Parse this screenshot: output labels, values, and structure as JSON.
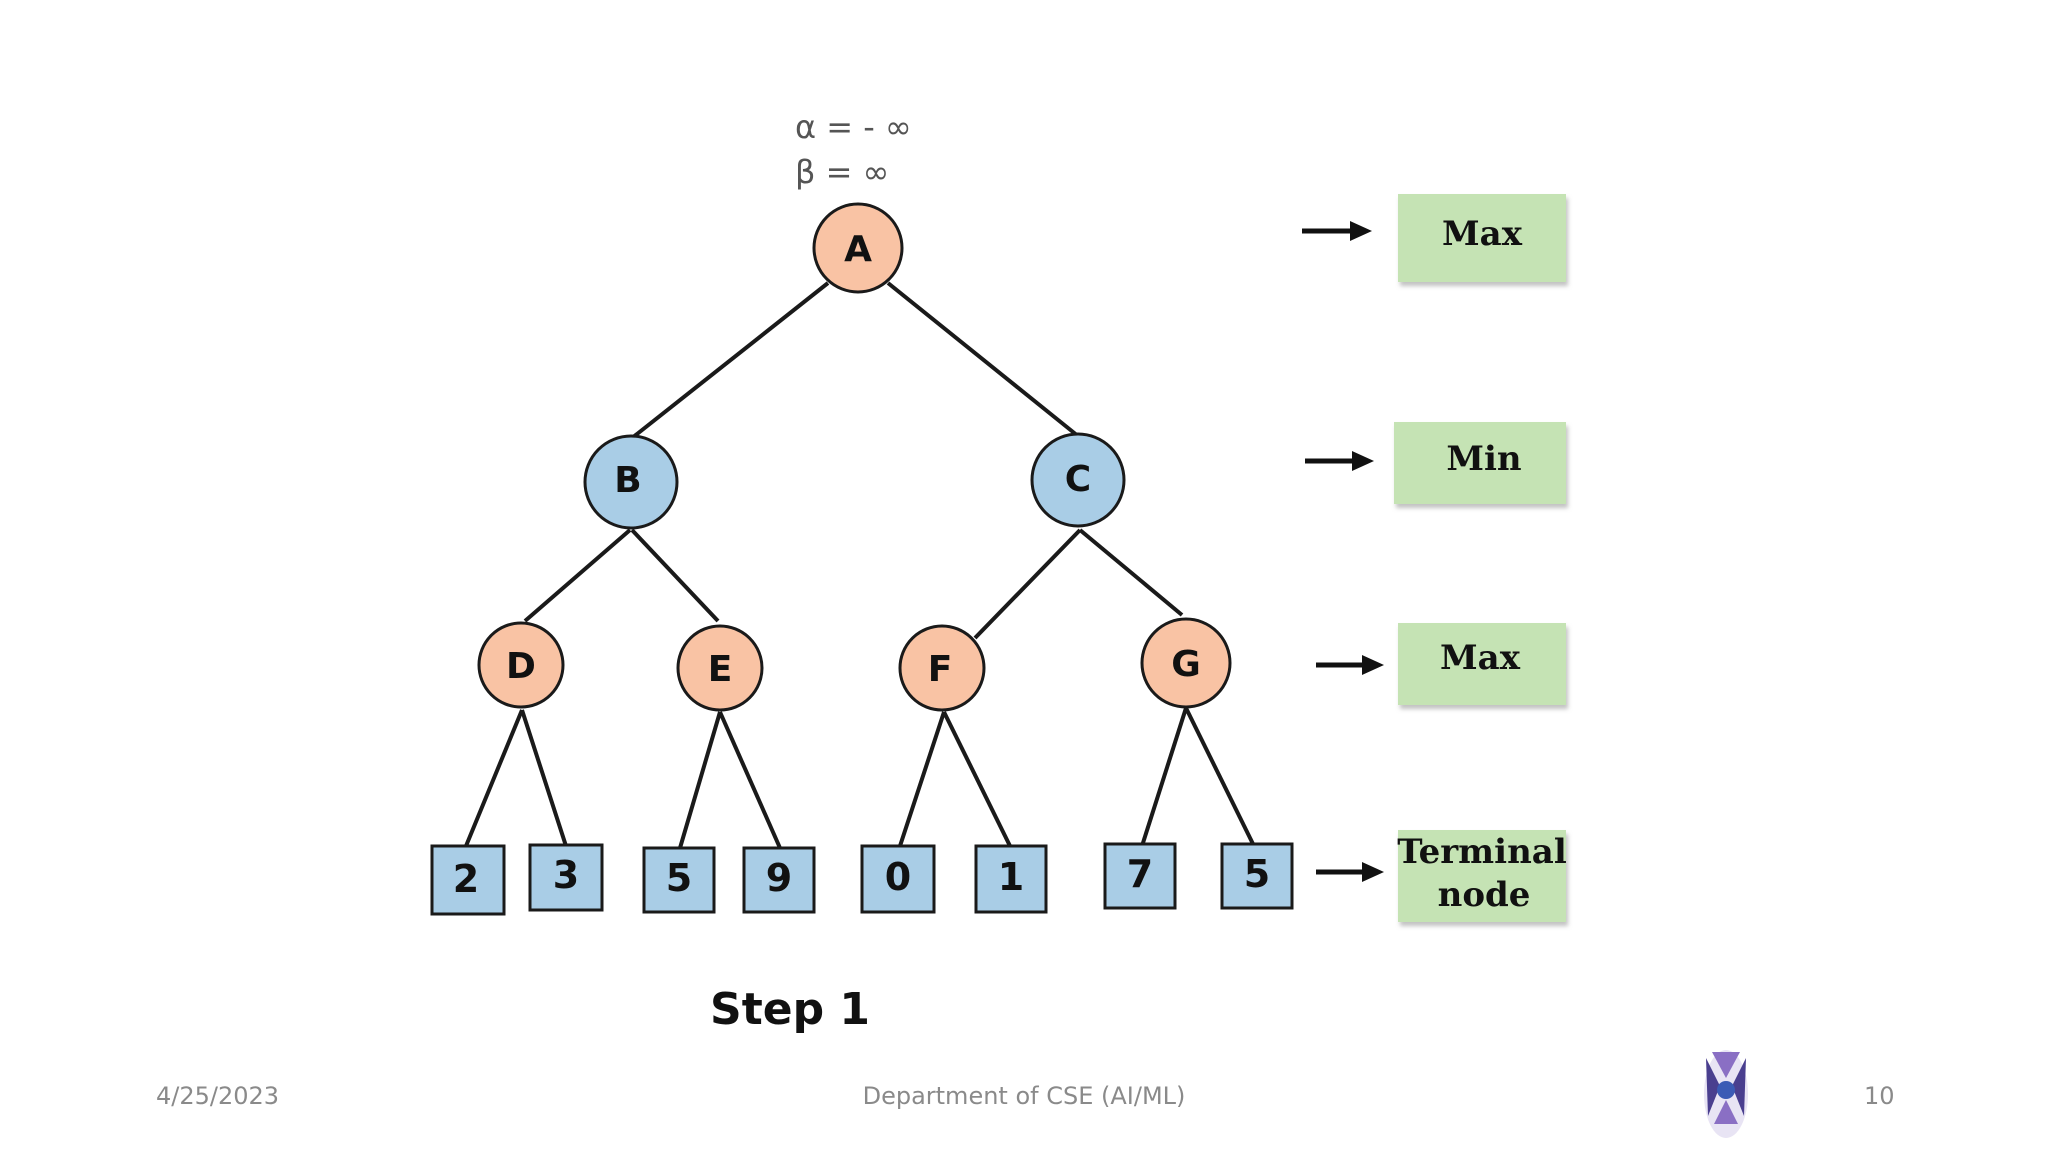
{
  "alpha_line": "α = -  ∞",
  "beta_line": "β =    ∞",
  "nodes": {
    "A": "A",
    "B": "B",
    "C": "C",
    "D": "D",
    "E": "E",
    "F": "F",
    "G": "G"
  },
  "leaves": [
    "2",
    "3",
    "5",
    "9",
    "0",
    "1",
    "7",
    "5"
  ],
  "levels": [
    {
      "lines": [
        "Max"
      ]
    },
    {
      "lines": [
        "Min"
      ]
    },
    {
      "lines": [
        "Max"
      ]
    },
    {
      "lines": [
        "Terminal",
        "node"
      ]
    }
  ],
  "caption": "Step 1",
  "footer": {
    "date": "4/25/2023",
    "department": "Department of CSE (AI/ML)",
    "page": "10"
  },
  "colors": {
    "max_node": "#f9c3a4",
    "min_node": "#a9cde6",
    "leaf": "#a9cde6",
    "level_box": "#c5e3b4"
  }
}
